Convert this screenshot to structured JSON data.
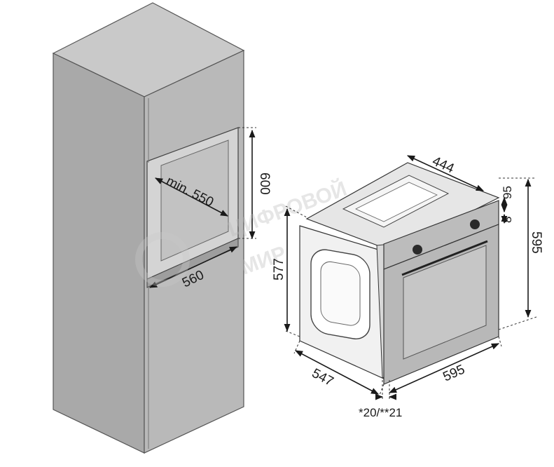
{
  "cabinet": {
    "niche_depth_label": "min. 550",
    "niche_height_label": "600",
    "niche_width_label": "560"
  },
  "oven": {
    "top_depth_label": "444",
    "control_panel_label": "95",
    "gap_label": "8",
    "total_height_label": "595",
    "body_height_label": "577",
    "body_depth_label": "547",
    "front_width_label": "595",
    "front_thickness_label": "*20/**21"
  },
  "watermark": {
    "line1": "ЦИФРОВОЙ",
    "line2": "МИР"
  },
  "colors": {
    "cabinet_front": "#a9a9a9",
    "cabinet_side": "#bdbdbd",
    "cabinet_top": "#c9c9c9",
    "niche_inner": "#d0d0d0",
    "oven_panel": "#b5b5b5",
    "oven_glass": "#c4c4c4"
  }
}
